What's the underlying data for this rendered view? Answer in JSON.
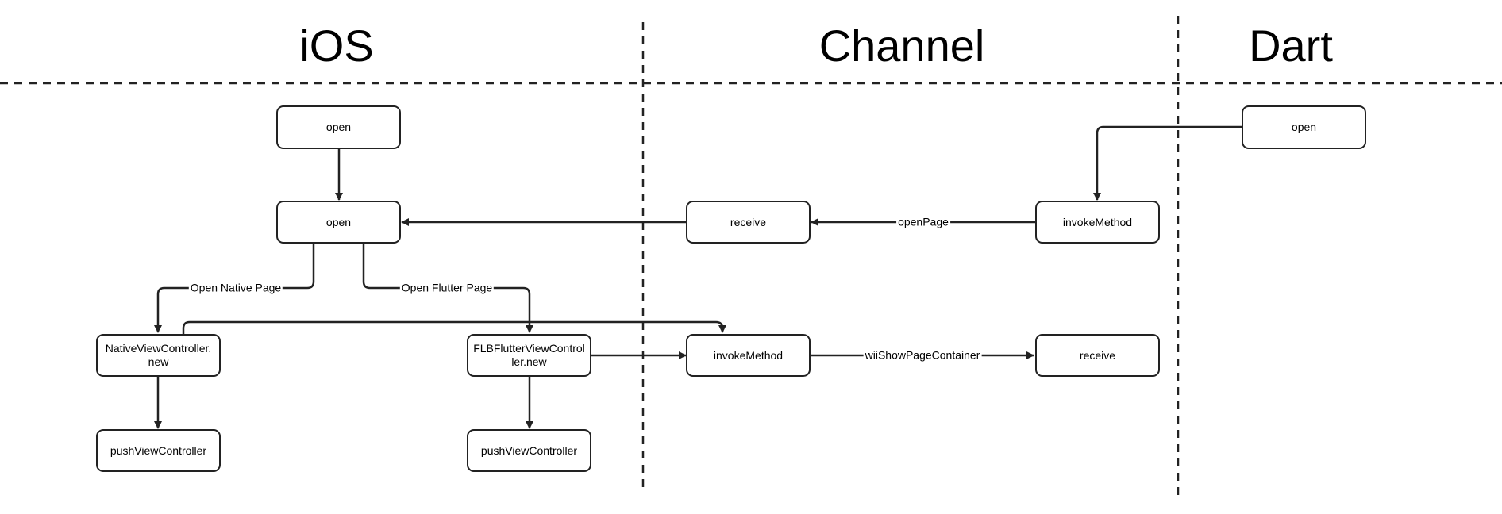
{
  "lanes": {
    "ios": "iOS",
    "channel": "Channel",
    "dart": "Dart"
  },
  "nodes": {
    "ios_open_top": "open",
    "ios_open": "open",
    "native_vc_new": "NativeViewController.\nnew",
    "flb_vc_new": "FLBFlutterViewControl\nler.new",
    "native_push": "pushViewController",
    "flutter_push": "pushViewController",
    "channel_receive": "receive",
    "channel_invoke": "invokeMethod",
    "dart_open": "open",
    "dart_invoke": "invokeMethod",
    "dart_receive": "receive"
  },
  "edge_labels": {
    "open_native_page": "Open Native Page",
    "open_flutter_page": "Open Flutter Page",
    "open_page": "openPage",
    "wii_show_page_container": "wiiShowPageContainer"
  }
}
